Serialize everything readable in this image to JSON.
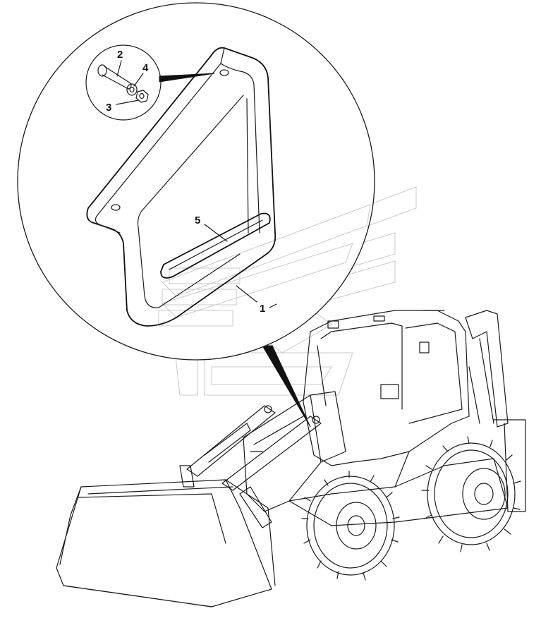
{
  "callouts": [
    {
      "id": "1",
      "label": "1"
    },
    {
      "id": "2",
      "label": "2"
    },
    {
      "id": "3",
      "label": "3"
    },
    {
      "id": "4",
      "label": "4"
    },
    {
      "id": "5",
      "label": "5"
    }
  ],
  "colors": {
    "line": "#1a1a1a",
    "watermark": "#c9c9c9",
    "background": "#ffffff"
  }
}
